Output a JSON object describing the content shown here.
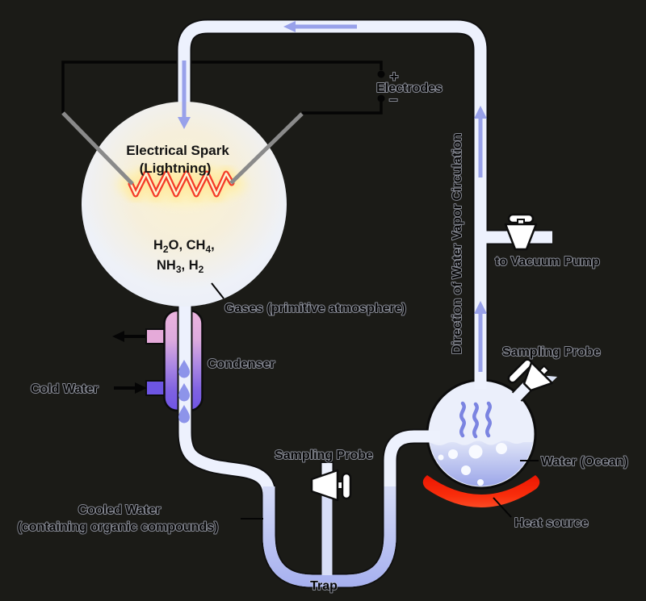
{
  "labels": {
    "electrodes": "Electrodes",
    "plus": "+",
    "minus": "−",
    "spark_line1": "Electrical Spark",
    "spark_line2": "(Lightning)",
    "gases": "Gases (primitive atmosphere)",
    "condenser": "Condenser",
    "cold_water": "Cold Water",
    "circulation": "Direction of Water Vapor Circulation",
    "vacuum": "to Vacuum Pump",
    "sampling_probe_ocean": "Sampling Probe",
    "water_ocean": "Water (Ocean)",
    "heat_source": "Heat source",
    "sampling_probe_trap": "Sampling Probe",
    "cooled_water_line1": "Cooled Water",
    "cooled_water_line2": "(containing organic compounds)",
    "trap": "Trap"
  },
  "formulas": {
    "l1": [
      "H",
      "2",
      "O, CH",
      "4",
      ","
    ],
    "l2": [
      "NH",
      "3",
      ", H",
      "2"
    ]
  },
  "colors": {
    "background": "#1b1b17",
    "tube_fill": "#edf1fd",
    "tube_outline": "#101010",
    "flow_arrow": "#98a1ea",
    "droplet": "#8d94ea",
    "steam": "#7b84e1",
    "spark_red": "#f43b28",
    "spark_glow": "#ffe9a0",
    "condenser_pink": "#ecb4de",
    "condenser_purple": "#6f55e6",
    "heat_red": "#ee1602",
    "electrode_gray": "#8a8a8a",
    "wire_black": "#050505"
  }
}
